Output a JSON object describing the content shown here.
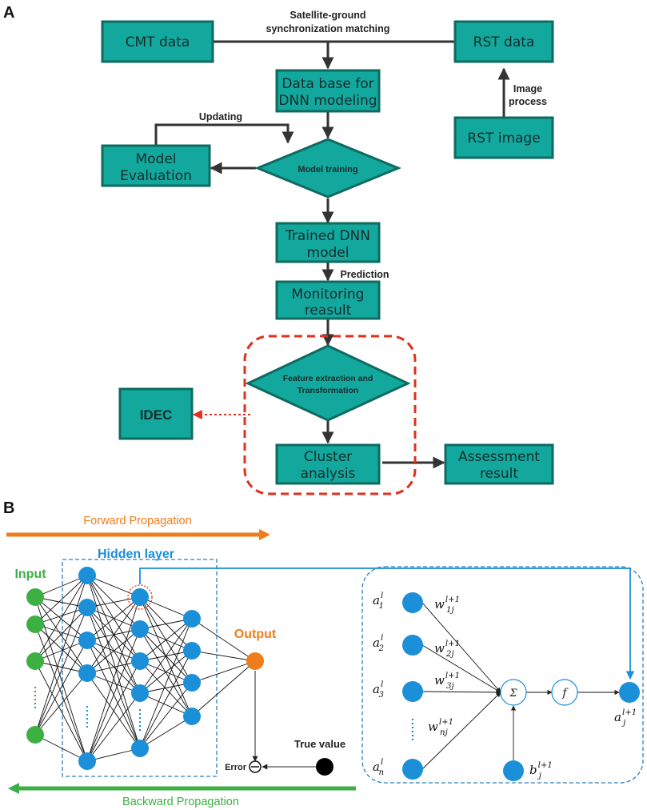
{
  "panel_a": {
    "label": "A",
    "sync_label_line1": "Satellite-ground",
    "sync_label_line2": "synchronization matching",
    "cmt": "CMT data",
    "rst": "RST data",
    "database_line1": "Data base for",
    "database_line2": "DNN modeling",
    "image_process_line1": "Image",
    "image_process_line2": "process",
    "rst_image": "RST image",
    "updating": "Updating",
    "model_eval_line1": "Model",
    "model_eval_line2": "Evaluation",
    "model_training": "Model training",
    "trained_line1": "Trained DNN",
    "trained_line2": "model",
    "prediction": "Prediction",
    "monitoring_line1": "Monitoring",
    "monitoring_line2": "reasult",
    "feature_line1": "Feature extraction and",
    "feature_line2": "Transformation",
    "idec": "IDEC",
    "cluster_line1": "Cluster",
    "cluster_line2": "analysis",
    "assessment_line1": "Assessment",
    "assessment_line2": "result"
  },
  "panel_b": {
    "label": "B",
    "forward": "Forward Propagation",
    "backward": "Backward Propagation",
    "hidden_layer": "Hidden layer",
    "input": "Input",
    "output": "Output",
    "error": "Error",
    "true_value": "True value",
    "sum_symbol": "Σ",
    "f_symbol": "f",
    "activations": [
      {
        "base": "a",
        "sub": "1",
        "sup": "l"
      },
      {
        "base": "a",
        "sub": "2",
        "sup": "l"
      },
      {
        "base": "a",
        "sub": "3",
        "sup": "l"
      },
      {
        "base": "a",
        "sub": "n",
        "sup": "l"
      }
    ],
    "weights": [
      {
        "base": "w",
        "sub": "1j",
        "sup": "l+1"
      },
      {
        "base": "w",
        "sub": "2j",
        "sup": "l+1"
      },
      {
        "base": "w",
        "sub": "3j",
        "sup": "l+1"
      },
      {
        "base": "w",
        "sub": "nj",
        "sup": "l+1"
      }
    ],
    "bias": {
      "base": "b",
      "sub": "j",
      "sup": "l+1"
    },
    "output_act": {
      "base": "a",
      "sub": "j",
      "sup": "l+1"
    }
  },
  "colors": {
    "box_fill": "#13a89e",
    "box_border": "#0f6a5f",
    "arrow": "#333333",
    "dashed_red": "#e0301e",
    "orange": "#f07d1c",
    "green": "#3cb043",
    "blue": "#1b8fd8",
    "dashed_blue": "#2a7fc0"
  }
}
